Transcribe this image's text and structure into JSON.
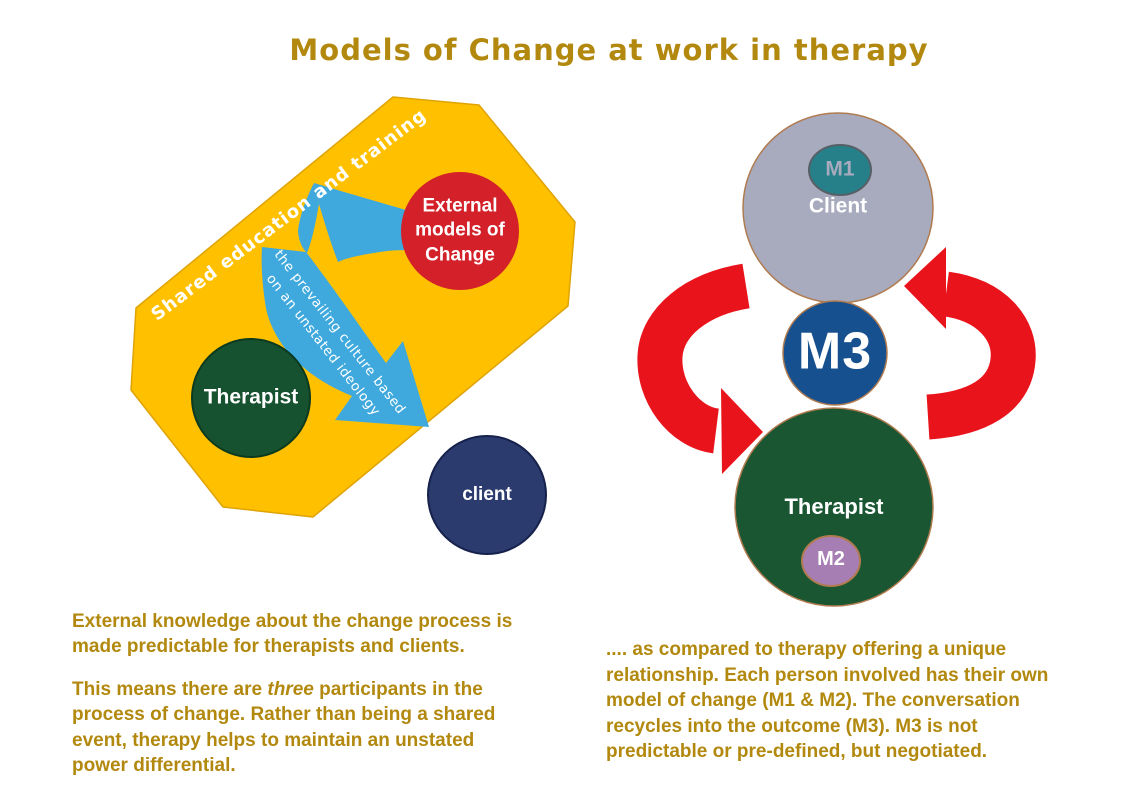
{
  "title": "Models of Change at work in therapy",
  "colors": {
    "gold-text": "#B2890E",
    "yellow": "#FFC000",
    "yellow-edge": "#DFA304",
    "red-circle": "#D42029",
    "green-circle": "#175230",
    "green-edge": "#0C3A1E",
    "navy-circle": "#2B3B6E",
    "navy-edge": "#16224C",
    "blue-arrow": "#3FA9DE",
    "red-arrow": "#E9141B",
    "client-gray": "#A8ABBE",
    "tan-edge": "#B07B4F",
    "m1-teal": "#26808A",
    "m1-edge": "#566066",
    "m3-blue": "#17508F",
    "green-right": "#1A5632",
    "m2-purple": "#A77EB3"
  },
  "left_diagram": {
    "banner": "Shared education and training",
    "external_circle_label": "External\nmodels of\nChange",
    "arrow_text_line1": "the prevailing culture based",
    "arrow_text_line2": "on an unstated ideology",
    "therapist_label": "Therapist",
    "client_label": "client"
  },
  "right_diagram": {
    "client_label": "Client",
    "m1_label": "M1",
    "m3_label": "M3",
    "therapist_label": "Therapist",
    "m2_label": "M2"
  },
  "left_caption": {
    "para1": "External knowledge about the change process is\nmade predictable for therapists and clients.",
    "para2_before": "This means there are ",
    "para2_italic": "three",
    "para2_after": " participants in the\nprocess of change. Rather than being a shared\nevent, therapy helps to maintain an unstated\npower differential."
  },
  "right_caption": {
    "text": ".... as compared to therapy offering a unique\nrelationship. Each person involved has their own\nmodel of change (M1 & M2). The conversation\nrecycles into the outcome (M3). M3 is not\npredictable or pre-defined, but negotiated."
  }
}
